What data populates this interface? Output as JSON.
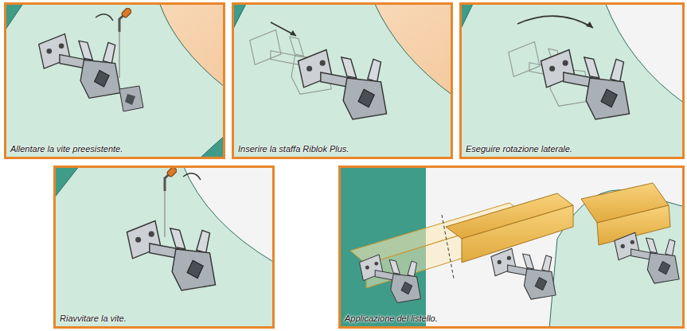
{
  "diagram": {
    "nodes": [
      {
        "text": [
          "Allentare la vite preesistente."
        ]
      },
      {
        "text": [
          "Inserire la staffa Riblok Plus."
        ]
      },
      {
        "text": [
          "Eseguire rotazione laterale."
        ]
      },
      {
        "text": [
          "Riavvitare la vite."
        ]
      },
      {
        "text": [
          "Applicazione del listello."
        ]
      }
    ]
  }
}
